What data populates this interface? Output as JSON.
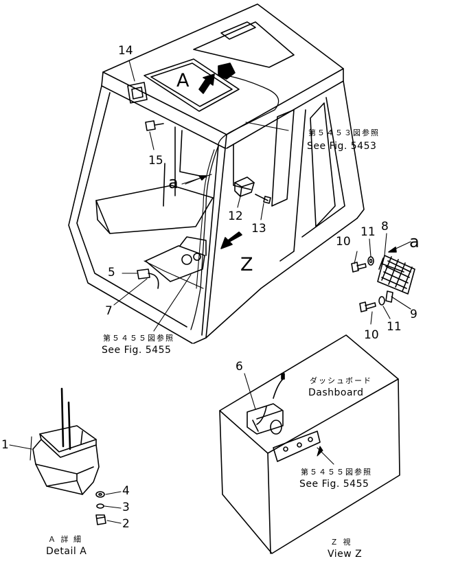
{
  "callouts": {
    "n1": "1",
    "n2": "2",
    "n3": "3",
    "n4": "4",
    "n5": "5",
    "n6": "6",
    "n7": "7",
    "n8": "8",
    "n9": "9",
    "n10a": "10",
    "n10b": "10",
    "n11a": "11",
    "n11b": "11",
    "n12": "12",
    "n13": "13",
    "n14": "14",
    "n15": "15"
  },
  "view_letters": {
    "A": "A",
    "Z": "Z",
    "a_left": "a",
    "a_right": "a"
  },
  "refs": {
    "fig5453_jp": "第５４５３図参照",
    "fig5453_en": "See Fig. 5453",
    "fig5455_left_jp": "第５４５５図参照",
    "fig5455_left_en": "See Fig. 5455",
    "fig5455_right_jp": "第５４５５図参照",
    "fig5455_right_en": "See Fig. 5455"
  },
  "captions": {
    "dashboard_jp": "ダッシュボード",
    "dashboard_en": "Dashboard",
    "detail_a_jp": "Ａ 詳 細",
    "detail_a_en": "Detail A",
    "view_z_jp": "Ｚ 視",
    "view_z_en": "View Z"
  }
}
